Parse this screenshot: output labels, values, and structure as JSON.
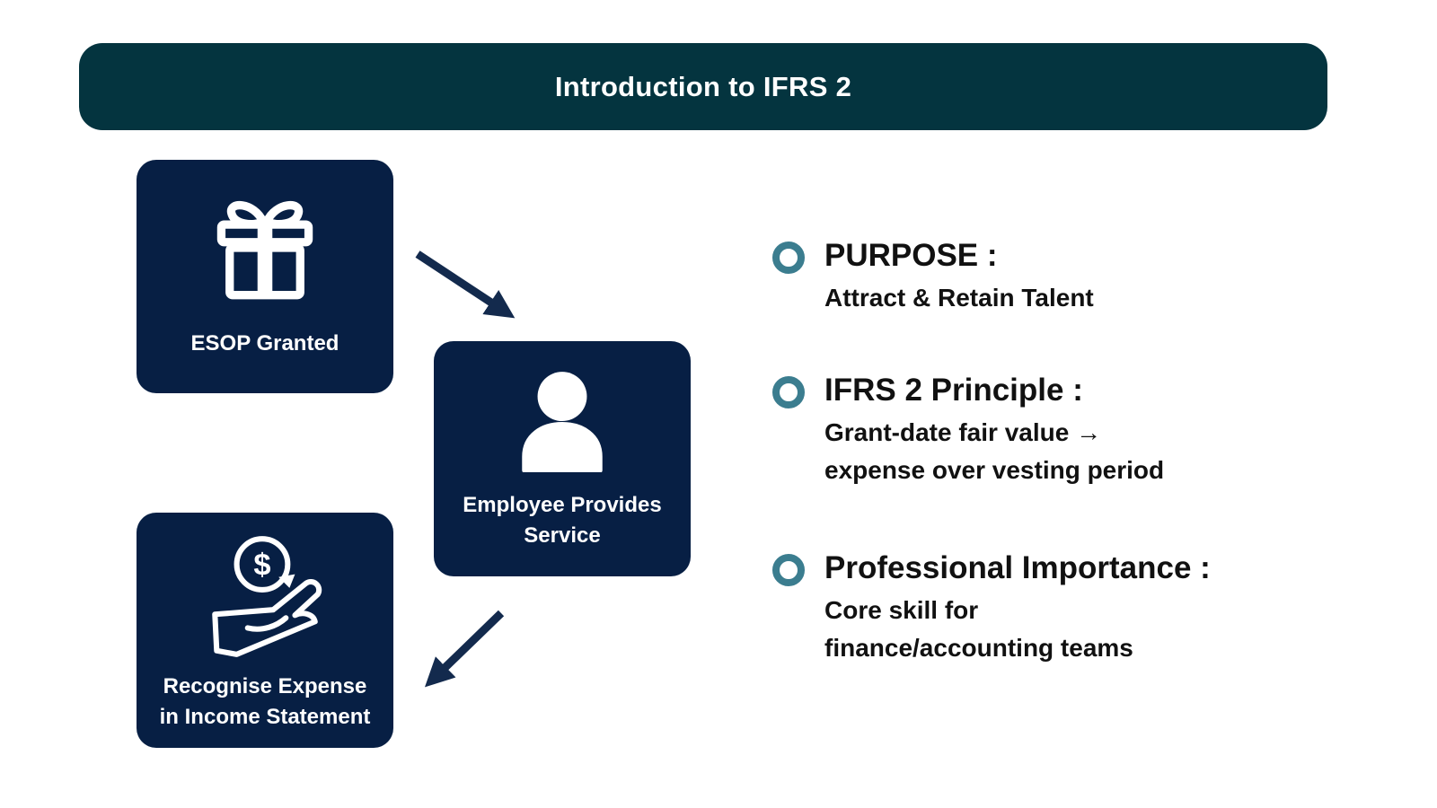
{
  "title": "Introduction to IFRS 2",
  "flow": {
    "boxes": [
      {
        "id": "esop-granted",
        "icon": "gift-icon",
        "lines": [
          "ESOP Granted"
        ]
      },
      {
        "id": "employee-provides-service",
        "icon": "person-icon",
        "lines": [
          "Employee Provides",
          "Service"
        ]
      },
      {
        "id": "recognise-expense",
        "icon": "hand-coin-icon",
        "lines": [
          "Recognise Expense",
          "in Income Statement"
        ]
      }
    ],
    "arrows": [
      {
        "icon": "arrow-down-right-icon",
        "from": "esop-granted",
        "to": "employee-provides-service"
      },
      {
        "icon": "arrow-down-left-icon",
        "from": "employee-provides-service",
        "to": "recognise-expense"
      }
    ]
  },
  "bullets": [
    {
      "marker_icon": "circle-ring-icon",
      "heading": "PURPOSE :",
      "lines": [
        "Attract & Retain Talent"
      ]
    },
    {
      "marker_icon": "circle-ring-icon",
      "heading": "IFRS 2 Principle :",
      "lines": [
        "Grant-date fair value →",
        "expense over vesting period"
      ]
    },
    {
      "marker_icon": "circle-ring-icon",
      "heading": "Professional Importance :",
      "lines": [
        "Core skill for",
        "finance/accounting teams"
      ]
    }
  ],
  "colors": {
    "header_bg": "#04343f",
    "box_bg": "#071f44",
    "arrow": "#132a4d",
    "bullet_ring": "#3b7d8f",
    "heading_text": "#111111",
    "box_text": "#ffffff",
    "canvas_bg": "#ffffff"
  }
}
